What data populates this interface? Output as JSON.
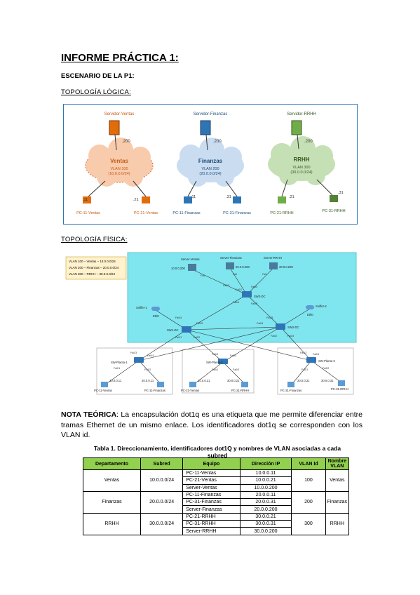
{
  "title": "INFORME PRÁCTICA 1:",
  "scenario_heading": "ESCENARIO DE LA P1:",
  "logical_heading": "TOPOLOGÍA LÓGICA:",
  "physical_heading": "TOPOLOGÍA FÍSICA:",
  "logical": {
    "clouds": [
      {
        "server": "Servidor-Ventas",
        "server_ip": ".200",
        "name": "Ventas",
        "vlan": "VLAN 100",
        "net": "(10.0.0.0/24)",
        "pcs": [
          {
            "label": "PC-11-Ventas",
            "ip": ".11"
          },
          {
            "label": "PC-21-Ventas",
            "ip": ".21"
          }
        ]
      },
      {
        "server": "Servidor-Finanzas",
        "server_ip": ".200",
        "name": "Finanzas",
        "vlan": "VLAN 200",
        "net": "(20.0.0.0/24)",
        "pcs": [
          {
            "label": "PC-11-Finanzas",
            "ip": ".11"
          },
          {
            "label": "PC-31-Finanzas",
            "ip": ".31"
          }
        ]
      },
      {
        "server": "Servidor-RRHH",
        "server_ip": ".200",
        "name": "RRHH",
        "vlan": "VLAN 300",
        "net": "(30.0.0.0/24)",
        "pcs": [
          {
            "label": "PC-21-RRHH",
            "ip": ".21"
          },
          {
            "label": "PC-31-RRHH",
            "ip": ".31"
          }
        ]
      }
    ]
  },
  "physical": {
    "legend": [
      "VLAN 100 – Ventas – 10.0.0.0/24",
      "VLAN 200 – Finanzas – 20.0.0.0/24",
      "VLAN 300 – RRHH – 30.0.0.0/24"
    ],
    "servers": [
      {
        "name": "Server-Ventas",
        "ip": "10.0.0.200"
      },
      {
        "name": "Server-Finanzas",
        "ip": "20.0.0.200"
      },
      {
        "name": "Server-RRHH",
        "ip": "30.0.0.200"
      }
    ],
    "switches": {
      "sw3": "SW3-DC",
      "sw1": "SW1-DC",
      "sw2": "SW2-DC",
      "p1": "SW-Planta-1",
      "p2": "SW-Planta-2",
      "p3": "SW-Planta-3"
    },
    "sniffers": {
      "s1": "Sniffer-1",
      "s2": "Sniffer-2",
      "eth": "Eth0"
    },
    "ports": {
      "fa01": "Fa0/1",
      "fa02": "Fa0/2",
      "fa03": "Fa0/3",
      "fa04": "Fa0/4",
      "fa05": "Fa0/5",
      "fa0": "Fa0"
    },
    "pcs": [
      {
        "name": "PC-11-Ventas",
        "ip": "10.0.0.11"
      },
      {
        "name": "PC-11-Finanzas",
        "ip": "20.0.0.11"
      },
      {
        "name": "PC-21-Ventas",
        "ip": "10.0.0.21"
      },
      {
        "name": "PC-21-RRHH",
        "ip": "30.0.0.21"
      },
      {
        "name": "PC-31-Finanzas",
        "ip": "20.0.0.31"
      },
      {
        "name": "PC-31-RRHH",
        "ip": "30.0.0.31"
      }
    ]
  },
  "note": {
    "label": "NOTA TEÓRICA",
    "text": ": La encapsulación dot1q es una etiqueta que me permite diferenciar entre tramas Ethernet de un mismo enlace. Los identificadores dot1q se corresponden con los VLAN id."
  },
  "table": {
    "caption": "Tabla 1. Direccionamiento, identificadores dot1Q y nombres de VLAN asociadas a cada subred",
    "headers": [
      "Departamento",
      "Subred",
      "Equipo",
      "Dirección IP",
      "VLAN Id",
      "Nombre VLAN"
    ],
    "groups": [
      {
        "dept": "Ventas",
        "subnet": "10.0.0.0/24",
        "vlan_id": "100",
        "vlan_name": "Ventas",
        "rows": [
          [
            "PC-11-Ventas",
            "10.0.0.11"
          ],
          [
            "PC-21-Ventas",
            "10.0.0.21"
          ],
          [
            "Server-Ventas",
            "10.0.0.200"
          ]
        ]
      },
      {
        "dept": "Finanzas",
        "subnet": "20.0.0.0/24",
        "vlan_id": "200",
        "vlan_name": "Finanzas",
        "rows": [
          [
            "PC-11-Finanzas",
            "20.0.0.11"
          ],
          [
            "PC-31-Finanzas",
            "20.0.0.31"
          ],
          [
            "Server-Finanzas",
            "20.0.0.200"
          ]
        ]
      },
      {
        "dept": "RRHH",
        "subnet": "30.0.0.0/24",
        "vlan_id": "300",
        "vlan_name": "RRHH",
        "rows": [
          [
            "PC-21-RRHH",
            "30.0.0.21"
          ],
          [
            "PC-31-RRHH",
            "30.0.0.31"
          ],
          [
            "Server-RRHH",
            "30.0.0.200"
          ]
        ]
      }
    ]
  },
  "colors": {
    "ventas": "#f4b183",
    "finanzas": "#bdd7ee",
    "rrhh": "#c5e0b4",
    "dc_area": "#7fe5ef",
    "header_green": "#92d050"
  }
}
